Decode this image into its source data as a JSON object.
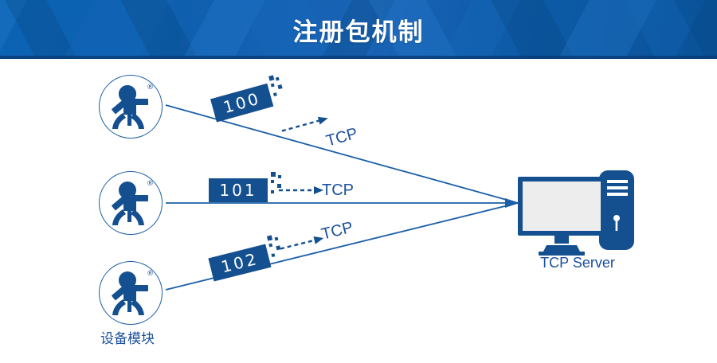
{
  "header": {
    "title": "注册包机制",
    "bg_color": "#0e5fae",
    "title_color": "#ffffff"
  },
  "theme": {
    "brand_blue": "#14508f",
    "line_blue": "#1b5fa8",
    "label_blue": "#1b4f9c",
    "screen_gray": "#ededed",
    "white": "#ffffff"
  },
  "diagram": {
    "type": "network-flow",
    "devices_caption": "设备模块",
    "device_icon": "person-module-icon",
    "registered_mark": "®",
    "nodes": [
      {
        "id": "device-1",
        "packet_id": "100",
        "protocol": "TCP"
      },
      {
        "id": "device-2",
        "packet_id": "101",
        "protocol": "TCP"
      },
      {
        "id": "device-3",
        "packet_id": "102",
        "protocol": "TCP"
      }
    ],
    "server": {
      "label": "TCP Server",
      "icon": "server-computer-icon"
    }
  }
}
